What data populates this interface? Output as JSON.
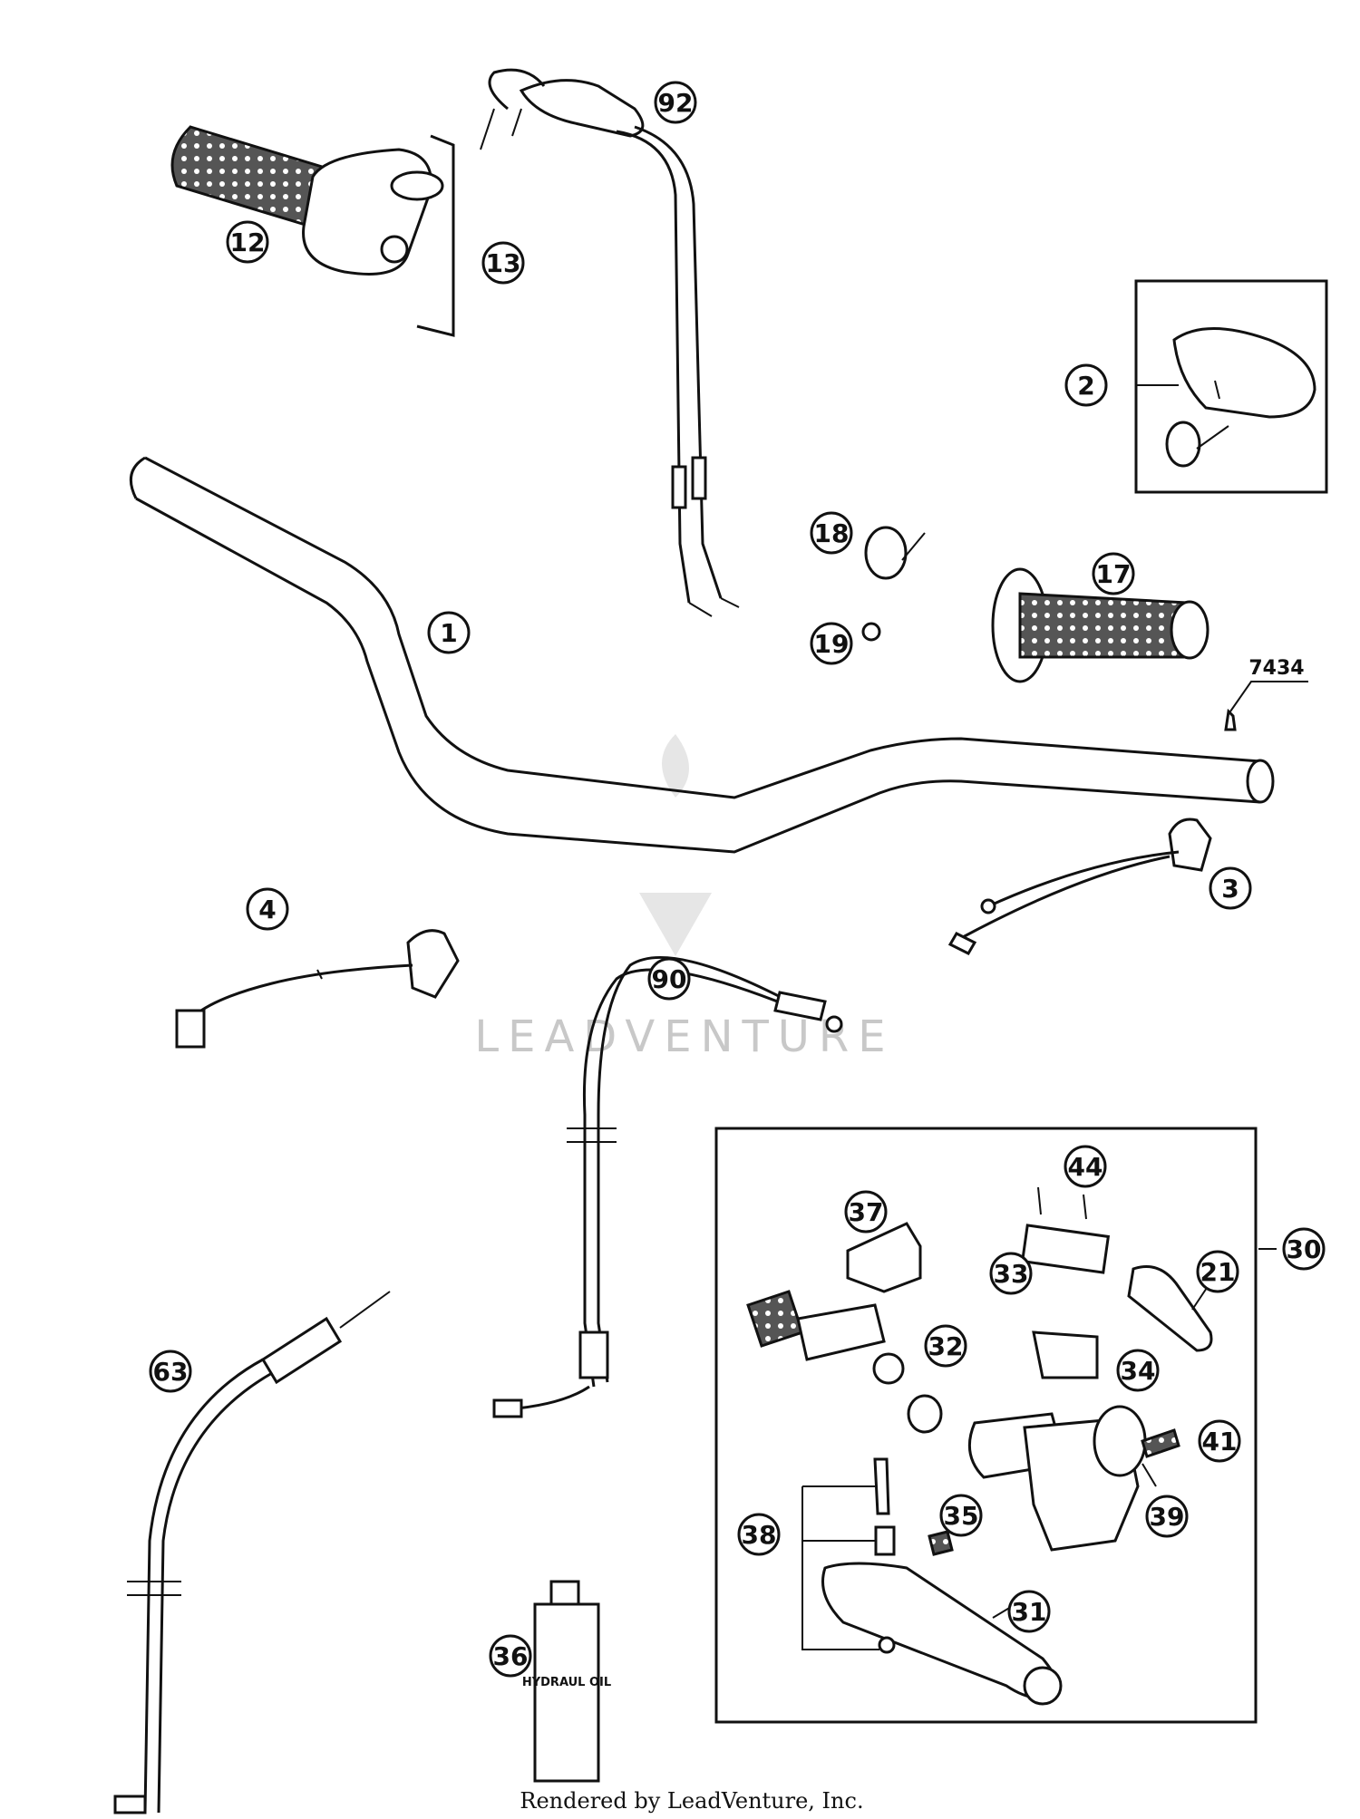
{
  "callouts": [
    {
      "id": "c1",
      "label": "1"
    },
    {
      "id": "c2",
      "label": "2"
    },
    {
      "id": "c3",
      "label": "3"
    },
    {
      "id": "c4",
      "label": "4"
    },
    {
      "id": "c12",
      "label": "12"
    },
    {
      "id": "c13",
      "label": "13"
    },
    {
      "id": "c17",
      "label": "17"
    },
    {
      "id": "c18",
      "label": "18"
    },
    {
      "id": "c19",
      "label": "19"
    },
    {
      "id": "c21",
      "label": "21"
    },
    {
      "id": "c30",
      "label": "30"
    },
    {
      "id": "c31",
      "label": "31"
    },
    {
      "id": "c32",
      "label": "32"
    },
    {
      "id": "c33",
      "label": "33"
    },
    {
      "id": "c34",
      "label": "34"
    },
    {
      "id": "c35",
      "label": "35"
    },
    {
      "id": "c36",
      "label": "36"
    },
    {
      "id": "c37",
      "label": "37"
    },
    {
      "id": "c38",
      "label": "38"
    },
    {
      "id": "c39",
      "label": "39"
    },
    {
      "id": "c41",
      "label": "41"
    },
    {
      "id": "c44",
      "label": "44"
    },
    {
      "id": "c63",
      "label": "63"
    },
    {
      "id": "c90",
      "label": "90"
    },
    {
      "id": "c92",
      "label": "92"
    }
  ],
  "part_number_label": "7434",
  "oil_bottle_text": "HYDRAUL OIL",
  "watermark_text": "LEADVENTURE",
  "footer_text": "Rendered by LeadVenture, Inc."
}
